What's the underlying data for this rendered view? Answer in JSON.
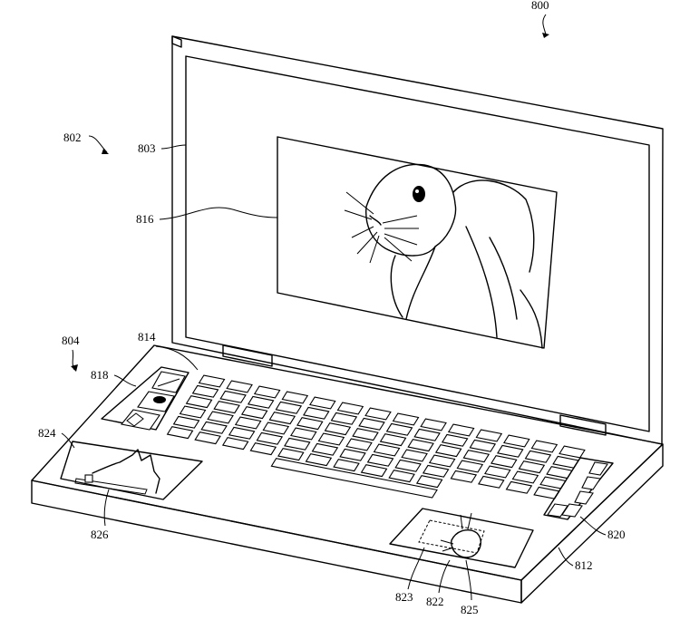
{
  "figure": {
    "number": "800",
    "labels": {
      "system": "802",
      "display_bezel": "803",
      "base": "804",
      "keyboard": "814",
      "touch_strip": "818",
      "secondary_display": "824",
      "slider": "826",
      "main_image": "816",
      "right_strip": "820",
      "trackpad": "812",
      "crop_box": "823",
      "trackpad_image": "822",
      "thumbnail": "825"
    }
  }
}
